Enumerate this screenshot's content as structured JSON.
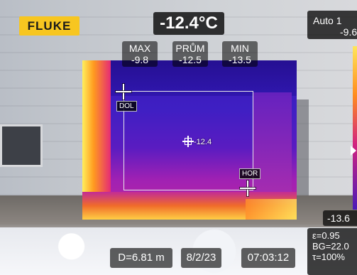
{
  "brand": {
    "logo_text": "FLUKE"
  },
  "measurement": {
    "center_temp": "-12.4°C",
    "spot_value": "-12.4",
    "stats": {
      "max_label": "MAX",
      "max_value": "-9.8",
      "avg_label": "PRŮM",
      "avg_value": "-12.5",
      "min_label": "MIN",
      "min_value": "-13.5"
    }
  },
  "scale": {
    "mode": "Auto 1",
    "max": "-9.6",
    "min": "-13.6"
  },
  "params": {
    "emissivity": "ε=0.95",
    "background": "BG=22.0",
    "transmission": "τ=100%"
  },
  "markers": {
    "low": "DOL",
    "high": "HOR"
  },
  "footer": {
    "distance": "D=6.81 m",
    "date": "8/2/23",
    "time": "07:03:12"
  },
  "colors": {
    "brand_yellow": "#f7c620",
    "palette_hot": "#ffe65a",
    "palette_cold": "#3a1bb6"
  }
}
